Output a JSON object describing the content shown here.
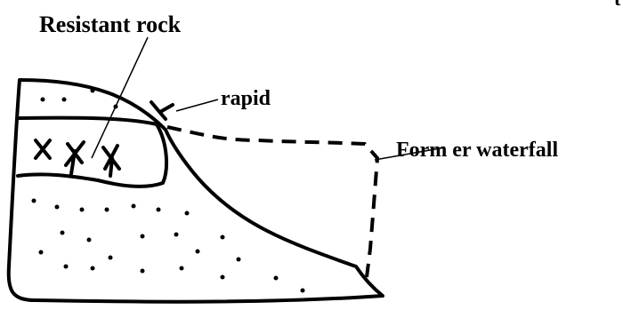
{
  "labels": {
    "resistant_rock": "Resistant rock",
    "rapid": "rapid",
    "former_waterfall": "Form er waterfall",
    "top_partial": "t"
  },
  "colors": {
    "ink": "#000000",
    "background": "#ffffff"
  }
}
